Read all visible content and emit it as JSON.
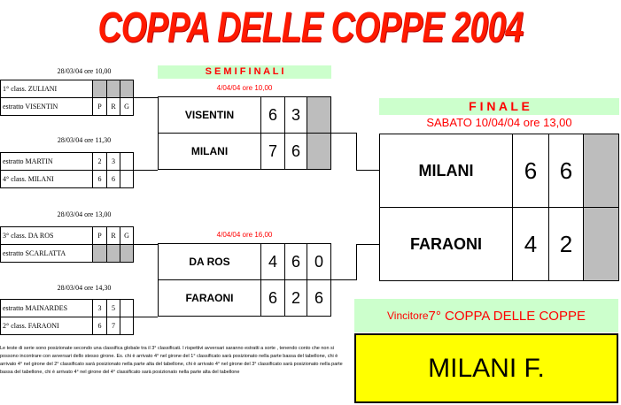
{
  "title": "COPPA DELLE COPPE 2004",
  "semifinali_label": "S E M I F I N A L I",
  "finale_label": "F I N A L E",
  "finale_date": "SABATO 10/04/04 ore 13,00",
  "semi1_date": "4/04/04 ore 10,00",
  "semi2_date": "4/04/04 ore 16,00",
  "quarters": [
    {
      "date": "28/03/04 ore 10,00",
      "teams": [
        "1° class. ZULIANI",
        "estratto VISENTIN"
      ],
      "scores": [
        [
          "",
          "",
          ""
        ],
        [
          "P",
          "R",
          "G"
        ]
      ]
    },
    {
      "date": "28/03/04 ore 11,30",
      "teams": [
        "estratto MARTIN",
        "4° class. MILANI"
      ],
      "scores": [
        [
          "2",
          "3",
          ""
        ],
        [
          "6",
          "6",
          ""
        ]
      ]
    },
    {
      "date": "28/03/04 ore 13,00",
      "teams": [
        "3° class. DA ROS",
        "estratto SCARLATTA"
      ],
      "scores": [
        [
          "P",
          "R",
          "G"
        ],
        [
          "",
          "",
          ""
        ]
      ]
    },
    {
      "date": "28/03/04 ore 14,30",
      "teams": [
        "estratto MAINARDES",
        "2° class. FARAONI"
      ],
      "scores": [
        [
          "3",
          "5",
          ""
        ],
        [
          "6",
          "7",
          ""
        ]
      ]
    }
  ],
  "semis": [
    {
      "teams": [
        "VISENTIN",
        "MILANI"
      ],
      "scores": [
        [
          "6",
          "3",
          ""
        ],
        [
          "7",
          "6",
          ""
        ]
      ]
    },
    {
      "teams": [
        "DA ROS",
        "FARAONI"
      ],
      "scores": [
        [
          "4",
          "6",
          "0"
        ],
        [
          "6",
          "2",
          "6"
        ]
      ]
    }
  ],
  "final": {
    "teams": [
      "MILANI",
      "FARAONI"
    ],
    "scores": [
      [
        "6",
        "6"
      ],
      [
        "4",
        "2"
      ]
    ]
  },
  "winner_prefix": "Vincitore ",
  "winner_title": "7° COPPA DELLE COPPE",
  "winner_name": "MILANI F.",
  "notes": "Le teste di serie sono posizionate secondo una classifica globale tra il 3° classificati. I rispettivi avversari saranno estratti a sorte , tenendo conto che non si possono incontrare con avversari dello stesso girone. Es. chi è arrivato 4° nel girone del 1° classificato sarà posizionato nella parte bassa del tabellone, chi è arrivato 4° nel girone del 2° classificato sarà posizionato nella parte alta del tabellone, chi è arrivato 4° nel girone del 3° classificato sarà posizionato nella parte bassa del tabellone, chi è arrivato 4° nel girone del 4° classificato sarà posizionato nella parte alta del tabellone",
  "colors": {
    "title": "#ff1a00",
    "header_bg": "#ccffcc",
    "winner_bg": "#ffff00",
    "gray": "#bdbdbd",
    "date_red": "#ff0000"
  }
}
